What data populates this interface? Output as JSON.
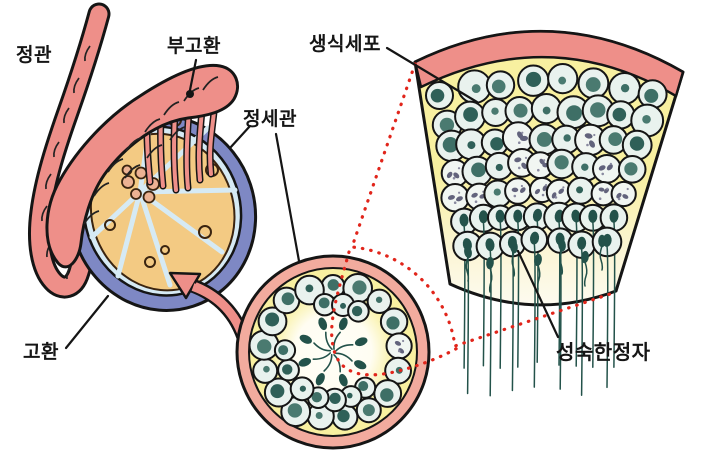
{
  "figure": {
    "labels": {
      "vas_deferens": "정관",
      "epididymis": "부고환",
      "seminiferous_tubule": "정세관",
      "germ_cells": "생식세포",
      "testis": "고환",
      "mature_sperm": "성숙한정자"
    },
    "colors": {
      "pink": "#ee8f89",
      "pink_light": "#f2ab9e",
      "yellow": "#f8f0a0",
      "cell_body": "#e9f2ee",
      "cell_body_light": "#f1f6f2",
      "nucleus_teal": "#3e6f66",
      "nucleus_purple": "#62637c",
      "sperm": "#23524a",
      "testis_ring": "#7e88c4",
      "testis_inner": "#d6eaf4",
      "lobule": "#f3ca83",
      "tubule_brown": "#3a2410",
      "rete_pink": "#ecb293",
      "dotted_red": "#e1251b",
      "outline": "#151515"
    }
  }
}
